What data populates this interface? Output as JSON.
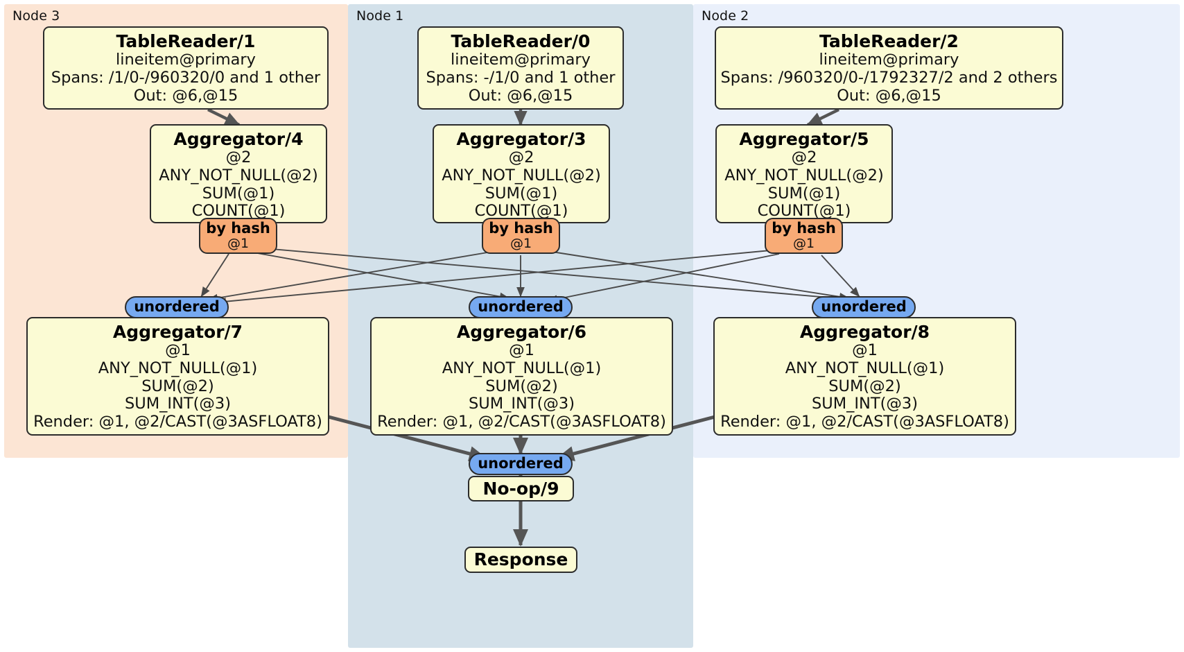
{
  "diagram": {
    "type": "distributed-query-plan",
    "colors": {
      "node3_bg": "#fce5d4",
      "node1_bg": "#d3e1ea",
      "node2_bg": "#eaf0fb",
      "processor_bg": "#fbfbd4",
      "hash_router_bg": "#f8ab76",
      "unordered_router_bg": "#76a9f0",
      "outline": "#2b2b2b",
      "edge_thin": "#4a4a4a",
      "edge_thick": "#555555"
    }
  },
  "nodes": [
    {
      "id": "node3",
      "label": "Node 3"
    },
    {
      "id": "node1",
      "label": "Node 1"
    },
    {
      "id": "node2",
      "label": "Node 2"
    }
  ],
  "processors": {
    "tablereader1": {
      "title": "TableReader/1",
      "lines": [
        "lineitem@primary",
        "Spans: /1/0-/960320/0 and 1 other",
        "Out: @6,@15"
      ]
    },
    "tablereader0": {
      "title": "TableReader/0",
      "lines": [
        "lineitem@primary",
        "Spans: -/1/0 and 1 other",
        "Out: @6,@15"
      ]
    },
    "tablereader2": {
      "title": "TableReader/2",
      "lines": [
        "lineitem@primary",
        "Spans: /960320/0-/1792327/2 and 2 others",
        "Out: @6,@15"
      ]
    },
    "aggregator4": {
      "title": "Aggregator/4",
      "lines": [
        "@2",
        "ANY_NOT_NULL(@2)",
        "SUM(@1)",
        "COUNT(@1)"
      ]
    },
    "aggregator3": {
      "title": "Aggregator/3",
      "lines": [
        "@2",
        "ANY_NOT_NULL(@2)",
        "SUM(@1)",
        "COUNT(@1)"
      ]
    },
    "aggregator5": {
      "title": "Aggregator/5",
      "lines": [
        "@2",
        "ANY_NOT_NULL(@2)",
        "SUM(@1)",
        "COUNT(@1)"
      ]
    },
    "aggregator7": {
      "title": "Aggregator/7",
      "lines": [
        "@1",
        "ANY_NOT_NULL(@1)",
        "SUM(@2)",
        "SUM_INT(@3)",
        "Render: @1, @2/CAST(@3ASFLOAT8)"
      ]
    },
    "aggregator6": {
      "title": "Aggregator/6",
      "lines": [
        "@1",
        "ANY_NOT_NULL(@1)",
        "SUM(@2)",
        "SUM_INT(@3)",
        "Render: @1, @2/CAST(@3ASFLOAT8)"
      ]
    },
    "aggregator8": {
      "title": "Aggregator/8",
      "lines": [
        "@1",
        "ANY_NOT_NULL(@1)",
        "SUM(@2)",
        "SUM_INT(@3)",
        "Render: @1, @2/CAST(@3ASFLOAT8)"
      ]
    },
    "noop9": {
      "title": "No-op/9",
      "lines": []
    },
    "response": {
      "title": "Response",
      "lines": []
    }
  },
  "routers": {
    "hash_left": {
      "type": "by hash",
      "key": "@1"
    },
    "hash_center": {
      "type": "by hash",
      "key": "@1"
    },
    "hash_right": {
      "type": "by hash",
      "key": "@1"
    },
    "unordered_left": {
      "type": "unordered"
    },
    "unordered_center": {
      "type": "unordered"
    },
    "unordered_right": {
      "type": "unordered"
    },
    "unordered_final": {
      "type": "unordered"
    }
  }
}
